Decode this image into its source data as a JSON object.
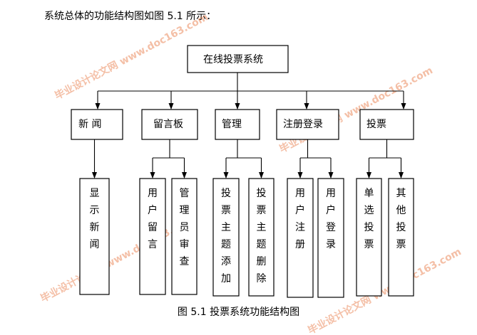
{
  "intro_text": "系统总体的功能结构图如图 5.1 所示：",
  "caption": "图 5.1 投票系统功能结构图",
  "watermark": "毕业设计论文网 www.doc163.com",
  "colors": {
    "line": "#000000",
    "box_fill": "#ffffff",
    "watermark": "#e6703a"
  },
  "diagram": {
    "root": "在线投票系统",
    "modules": [
      {
        "label": "新 闻",
        "children": [
          "显示新闻"
        ]
      },
      {
        "label": "留言板",
        "children": [
          "用户留言",
          "管理员审查"
        ]
      },
      {
        "label": "管理",
        "children": [
          "投票主题添加",
          "投票主题删除"
        ]
      },
      {
        "label": "注册登录",
        "children": [
          "用户注册",
          "用户登录"
        ]
      },
      {
        "label": "投票",
        "children": [
          "单选投票",
          "其他投票"
        ]
      }
    ]
  }
}
